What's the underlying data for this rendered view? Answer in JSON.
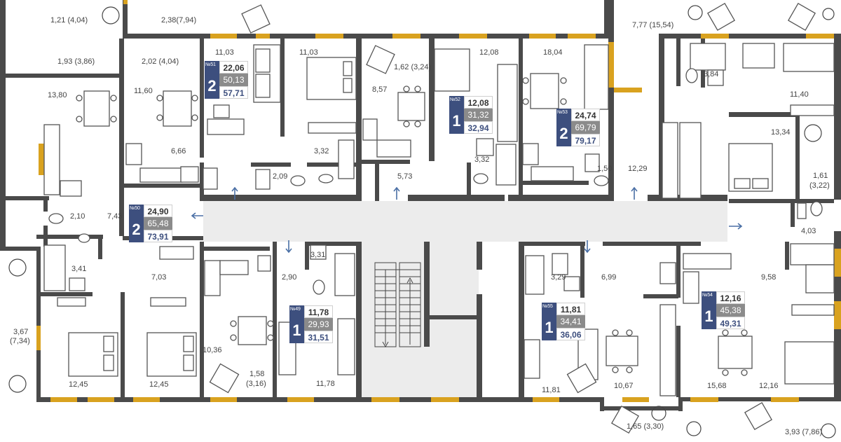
{
  "areas": [
    "1,21 (4,04)",
    "2,38(7,94)",
    "7,77 (15,54)",
    "1,93 (3,86)",
    "2,02 (4,04)",
    "11,03",
    "11,03",
    "1,62 (3,24)",
    "12,08",
    "18,04",
    "13,80",
    "11,60",
    "8,57",
    "3,84",
    "11,40",
    "13,34",
    "6,66",
    "3,32",
    "2,09",
    "3,32",
    "5,73",
    "1,50",
    "12,29",
    "1,61",
    "(3,22)",
    "2,10",
    "7,43",
    "4,03",
    "3,41",
    "3,31",
    "2,90",
    "3,29",
    "6,99",
    "9,58",
    "7,03",
    "3,67",
    "(7,34)",
    "10,36",
    "1,58",
    "(3,16)",
    "11,78",
    "11,81",
    "10,67",
    "15,68",
    "12,16",
    "12,45",
    "12,45",
    "1,65 (3,30)",
    "3,93 (7,86)"
  ],
  "apartments": [
    {
      "id": "apt-51",
      "no": "№51",
      "rooms": "2",
      "living": "22,06",
      "area": "50,13",
      "total": "57,71"
    },
    {
      "id": "apt-52",
      "no": "№52",
      "rooms": "1",
      "living": "12,08",
      "area": "31,32",
      "total": "32,94"
    },
    {
      "id": "apt-53",
      "no": "№53",
      "rooms": "2",
      "living": "24,74",
      "area": "69,79",
      "total": "79,17"
    },
    {
      "id": "apt-50",
      "no": "№50",
      "rooms": "2",
      "living": "24,90",
      "area": "65,48",
      "total": "73,91"
    },
    {
      "id": "apt-49",
      "no": "№49",
      "rooms": "1",
      "living": "11,78",
      "area": "29,93",
      "total": "31,51"
    },
    {
      "id": "apt-55",
      "no": "№55",
      "rooms": "1",
      "living": "11,81",
      "area": "34,41",
      "total": "36,06"
    },
    {
      "id": "apt-54",
      "no": "№54",
      "rooms": "1",
      "living": "12,16",
      "area": "45,38",
      "total": "49,31"
    }
  ],
  "colors": {
    "wall": "#4a4a4a",
    "window": "#d9a21f",
    "badge": "#3d4f7e",
    "corridor": "#ececec"
  }
}
